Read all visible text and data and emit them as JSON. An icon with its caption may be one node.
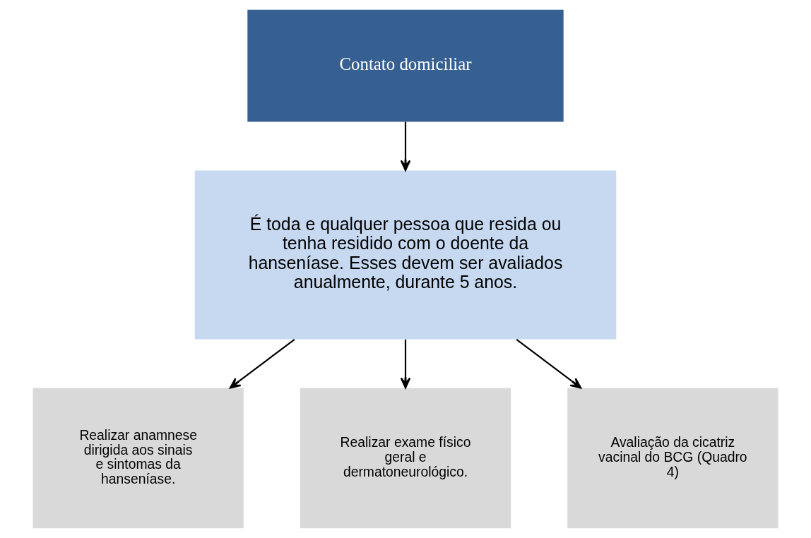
{
  "diagram": {
    "nodes": [
      {
        "text": [
          "Contato domiciliar"
        ]
      },
      {
        "text": [
          "É toda e qualquer pessoa que resida ou tenha residido com o doente da hanseníase. Esses devem ser avaliados anualmente, durante 5 anos."
        ]
      },
      {
        "text": [
          "Realizar anamnese dirigida aos sinais e sintomas da hanseníase."
        ]
      },
      {
        "text": [
          "Realizar exame físico geral e dermatoneurológico."
        ]
      },
      {
        "text": [
          "Avaliação da cicatriz vacinal do BCG (Quadro 4)"
        ]
      }
    ],
    "edges": [
      {
        "from": 0,
        "to": 1,
        "arrow": "to"
      },
      {
        "from": 1,
        "to": 2,
        "arrow": "to"
      },
      {
        "from": 1,
        "to": 3,
        "arrow": "to"
      },
      {
        "from": 1,
        "to": 4,
        "arrow": "to"
      }
    ]
  }
}
